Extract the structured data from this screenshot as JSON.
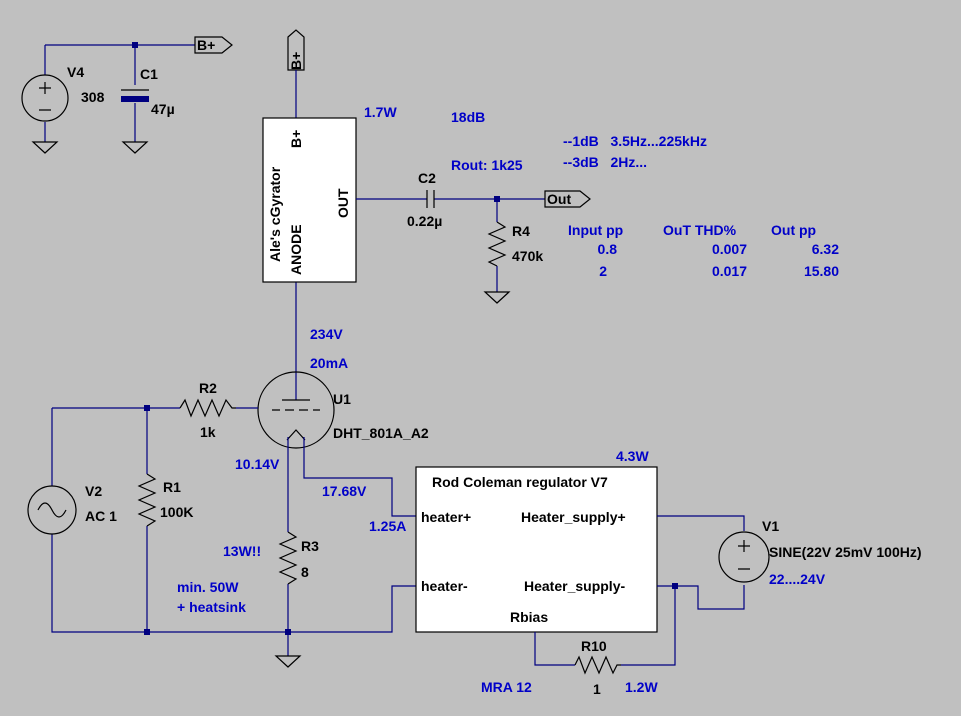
{
  "colors": {
    "background": "#c0c0c0",
    "wire": "#000080",
    "component": "#000000",
    "annotation": "#0000c8"
  },
  "components": {
    "v4": {
      "name": "V4",
      "value": "308"
    },
    "c1": {
      "name": "C1",
      "value": "47µ"
    },
    "bplus_flag_top": "B+",
    "bplus_flag_supply": "B+",
    "gyrator": {
      "title": "Ale's cGyrator",
      "pin_bplus": "B+",
      "pin_anode": "ANODE",
      "pin_out": "OUT"
    },
    "c2": {
      "name": "C2",
      "value": "0.22µ"
    },
    "r4": {
      "name": "R4",
      "value": "470k"
    },
    "out_flag": "Out",
    "r2": {
      "name": "R2",
      "value": "1k"
    },
    "u1": {
      "name": "U1",
      "value": "DHT_801A_A2"
    },
    "v2": {
      "name": "V2",
      "value": "AC 1"
    },
    "r1": {
      "name": "R1",
      "value": "100K"
    },
    "r3": {
      "name": "R3",
      "value": "8"
    },
    "regulator": {
      "title": "Rod Coleman regulator V7",
      "pin_heater_plus": "heater+",
      "pin_heater_minus": "heater-",
      "pin_supply_plus": "Heater_supply+",
      "pin_supply_minus": "Heater_supply-",
      "pin_rbias": "Rbias"
    },
    "v1": {
      "name": "V1",
      "value": "SINE(22V 25mV 100Hz)"
    },
    "r10": {
      "name": "R10",
      "value": "1"
    }
  },
  "annotations": {
    "gyrator_power": "1.7W",
    "gain": "18dB",
    "rout": "Rout: 1k25",
    "bw_1db": "--1dB   3.5Hz...225kHz",
    "bw_3db": "--3dB   2Hz...",
    "anode_voltage": "234V",
    "anode_current": "20mA",
    "cathode_voltage": "10.14V",
    "heater_voltage": "17.68V",
    "heater_current": "1.25A",
    "r3_power": "13W!!",
    "r3_note_1": "min. 50W",
    "r3_note_2": "+ heatsink",
    "regulator_power": "4.3W",
    "supply_range": "22....24V",
    "r10_type": "MRA 12",
    "r10_power": "1.2W"
  },
  "measurements": {
    "headers": [
      "Input pp",
      "OuT THD%",
      "Out pp"
    ],
    "rows": [
      [
        "0.8",
        "0.007",
        "6.32"
      ],
      [
        "2",
        "0.017",
        "15.80"
      ]
    ]
  }
}
